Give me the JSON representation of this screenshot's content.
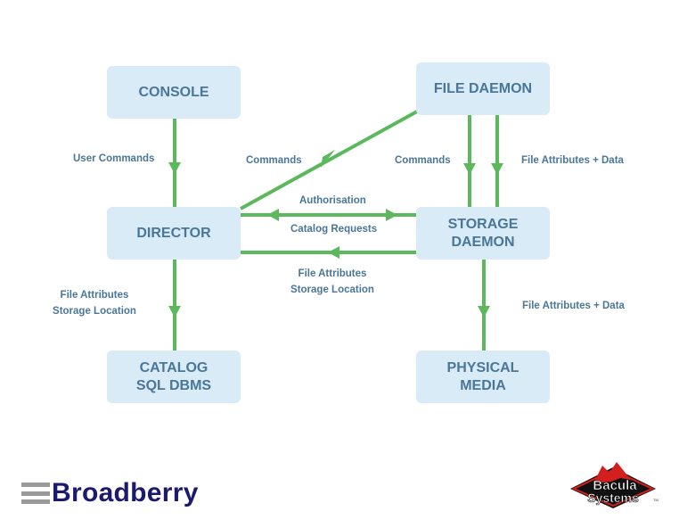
{
  "nodes": {
    "console": {
      "lines": [
        "CONSOLE"
      ]
    },
    "file_daemon": {
      "lines": [
        "FILE DAEMON"
      ]
    },
    "director": {
      "lines": [
        "DIRECTOR"
      ]
    },
    "storage_daemon": {
      "lines": [
        "STORAGE",
        "DAEMON"
      ]
    },
    "catalog": {
      "lines": [
        "CATALOG",
        "SQL DBMS"
      ]
    },
    "physical_media": {
      "lines": [
        "PHYSICAL",
        "MEDIA"
      ]
    }
  },
  "edges": {
    "console_to_director": {
      "label": "User Commands"
    },
    "director_to_file_daemon": {
      "label": "Commands"
    },
    "file_daemon_to_storage_commands": {
      "label": "Commands"
    },
    "file_daemon_to_storage_data": {
      "label": "File Attributes + Data"
    },
    "director_storage_authorisation": {
      "label": "Authorisation"
    },
    "catalog_requests": {
      "label": "Catalog Requests"
    },
    "storage_to_director": {
      "lines": [
        "File Attributes",
        "Storage Location"
      ]
    },
    "director_to_catalog": {
      "lines": [
        "File Attributes",
        "Storage Location"
      ]
    },
    "storage_to_media": {
      "label": "File Attributes + Data"
    }
  },
  "colors": {
    "arrow": "#5cb85c",
    "box": "#d9ebf6",
    "text": "#4a7698"
  },
  "logos": {
    "broadberry": "Broadberry",
    "bacula_top": "Bacula",
    "bacula_bottom": "Systems",
    "bacula_tm": "TM"
  }
}
